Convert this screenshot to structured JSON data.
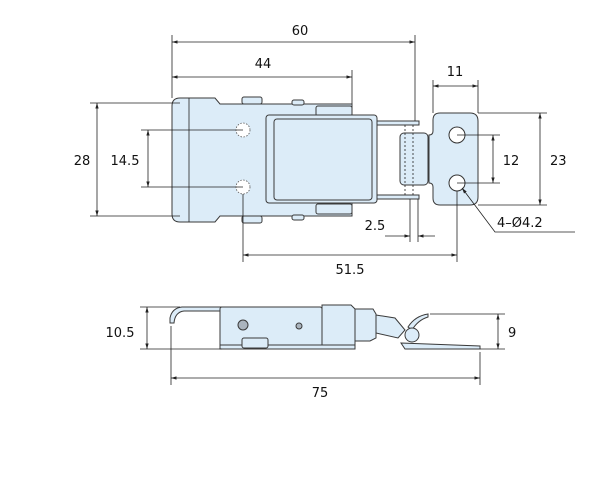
{
  "dimensions": {
    "overall_length_top": "60",
    "base_length": "44",
    "keeper_width": "11",
    "base_height": "28",
    "base_hole_spacing": "14.5",
    "keeper_hole_spacing": "12",
    "keeper_height": "23",
    "hook_gap": "2.5",
    "hole_center_distance": "51.5",
    "hole_callout": "4–Ø4.2",
    "side_height": "10.5",
    "keeper_side_height": "9",
    "overall_length_side": "75"
  },
  "colors": {
    "part_fill": "#dcecf8",
    "line": "#222222"
  }
}
